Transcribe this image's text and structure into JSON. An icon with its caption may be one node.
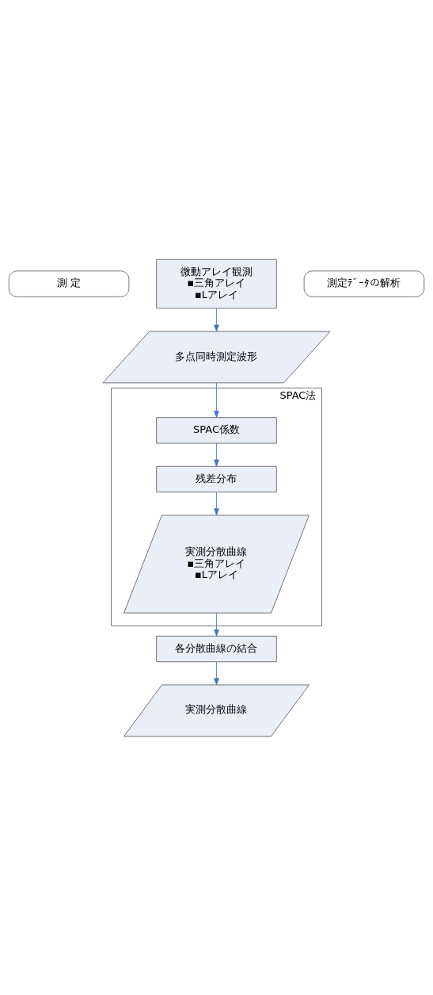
{
  "diagram": {
    "nodes": [
      {
        "text": [
          "測 定"
        ]
      },
      {
        "text": [
          "微動アレイ観測",
          "▪三角アレイ",
          "▪Lアレイ"
        ]
      },
      {
        "text": [
          "多点同時測定波形"
        ]
      },
      {
        "text": [
          "測定ﾃﾞｰﾀの解析"
        ]
      },
      {
        "text": [
          "SPAC法"
        ]
      },
      {
        "text": [
          "SPAC係数"
        ],
        "in": 4
      },
      {
        "text": [
          "残差分布"
        ],
        "in": 4
      },
      {
        "text": [
          "実測分散曲線",
          "▪三角アレイ",
          "▪Lアレイ"
        ],
        "in": 4
      },
      {
        "text": [
          "各分散曲線の結合"
        ]
      },
      {
        "text": [
          "実測分散曲線"
        ]
      }
    ],
    "edges": [
      {
        "from": 1,
        "to": 2,
        "arrow": "to"
      },
      {
        "from": 2,
        "to": 5,
        "arrow": "to"
      },
      {
        "from": 5,
        "to": 6,
        "arrow": "to"
      },
      {
        "from": 6,
        "to": 7,
        "arrow": "to"
      },
      {
        "from": 7,
        "to": 8,
        "arrow": "to"
      },
      {
        "from": 8,
        "to": 9,
        "arrow": "to"
      }
    ]
  }
}
